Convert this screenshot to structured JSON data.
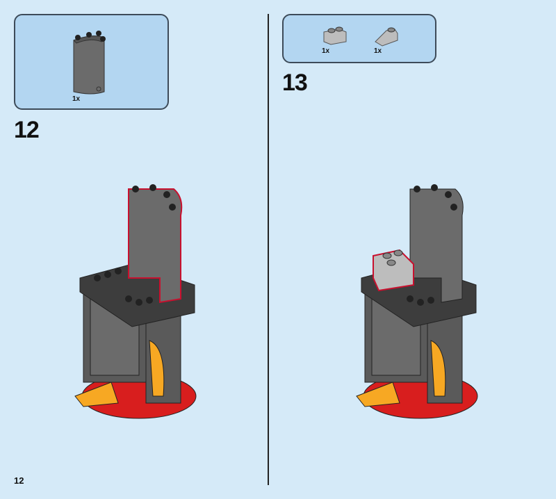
{
  "page_number": "12",
  "steps": [
    {
      "number": "12",
      "parts": [
        {
          "name": "gray-cylinder-half-panel",
          "qty": "1x"
        }
      ]
    },
    {
      "number": "13",
      "parts": [
        {
          "name": "light-gray-brick-1x2",
          "qty": "1x"
        },
        {
          "name": "light-gray-slope-1x2",
          "qty": "1x"
        }
      ]
    }
  ],
  "colors": {
    "background": "#d5eaf8",
    "parts_box": "#b3d6f1",
    "highlight": "#c8102e",
    "dark_gray": "#4a4a4a",
    "red": "#d81e1e",
    "yellow": "#f7a823"
  }
}
